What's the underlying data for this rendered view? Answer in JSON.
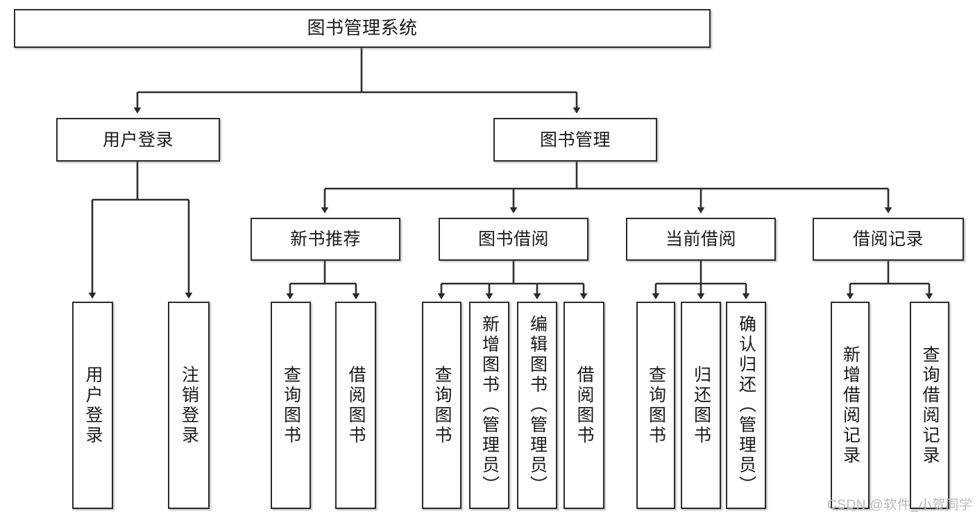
{
  "diagram": {
    "title": "图书管理系统",
    "type": "tree",
    "orientation": "top-down",
    "colors": {
      "node_border": "#2b2b2b",
      "node_fill": "#ffffff",
      "edge": "#2b2b2b",
      "text": "#1a1a1a",
      "watermark": "#b9b9b9",
      "background": "#ffffff"
    },
    "root": {
      "label": "图书管理系统"
    },
    "level1": [
      {
        "label": "用户登录"
      },
      {
        "label": "图书管理"
      }
    ],
    "level2": [
      {
        "label": "新书推荐"
      },
      {
        "label": "图书借阅"
      },
      {
        "label": "当前借阅"
      },
      {
        "label": "借阅记录"
      }
    ],
    "leaves": {
      "user_login": [
        {
          "label": "用户登录"
        },
        {
          "label": "注销登录"
        }
      ],
      "new_book_recommend": [
        {
          "label": "查询图书"
        },
        {
          "label": "借阅图书"
        }
      ],
      "book_borrow": [
        {
          "label": "查询图书"
        },
        {
          "label": "新增图书（管理员）"
        },
        {
          "label": "编辑图书（管理员）"
        },
        {
          "label": "借阅图书"
        }
      ],
      "current_borrow": [
        {
          "label": "查询图书"
        },
        {
          "label": "归还图书"
        },
        {
          "label": "确认归还（管理员）"
        }
      ],
      "borrow_record": [
        {
          "label": "新增借阅记录"
        },
        {
          "label": "查询借阅记录"
        }
      ]
    }
  },
  "watermark": {
    "text": "CSDN @软件_小贺同学"
  }
}
